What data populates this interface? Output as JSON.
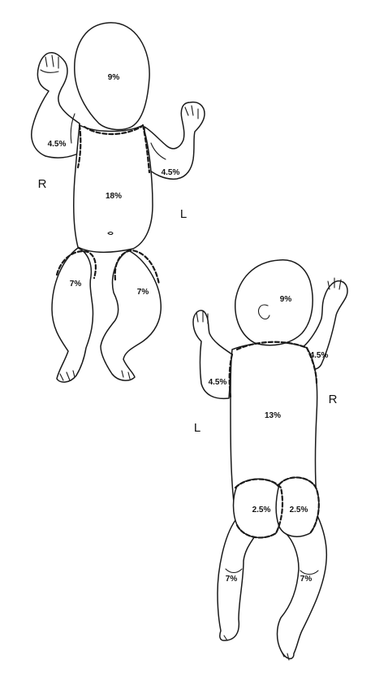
{
  "front": {
    "head": "9%",
    "right_arm": "4.5%",
    "left_arm": "4.5%",
    "trunk": "18%",
    "right_leg": "7%",
    "left_leg": "7%",
    "right_side_label": "R",
    "left_side_label": "L"
  },
  "back": {
    "head": "9%",
    "left_arm": "4.5%",
    "right_arm": "4.5%",
    "trunk": "13%",
    "left_buttock": "2.5%",
    "right_buttock": "2.5%",
    "left_leg": "7%",
    "right_leg": "7%",
    "left_side_label": "L",
    "right_side_label": "R"
  }
}
